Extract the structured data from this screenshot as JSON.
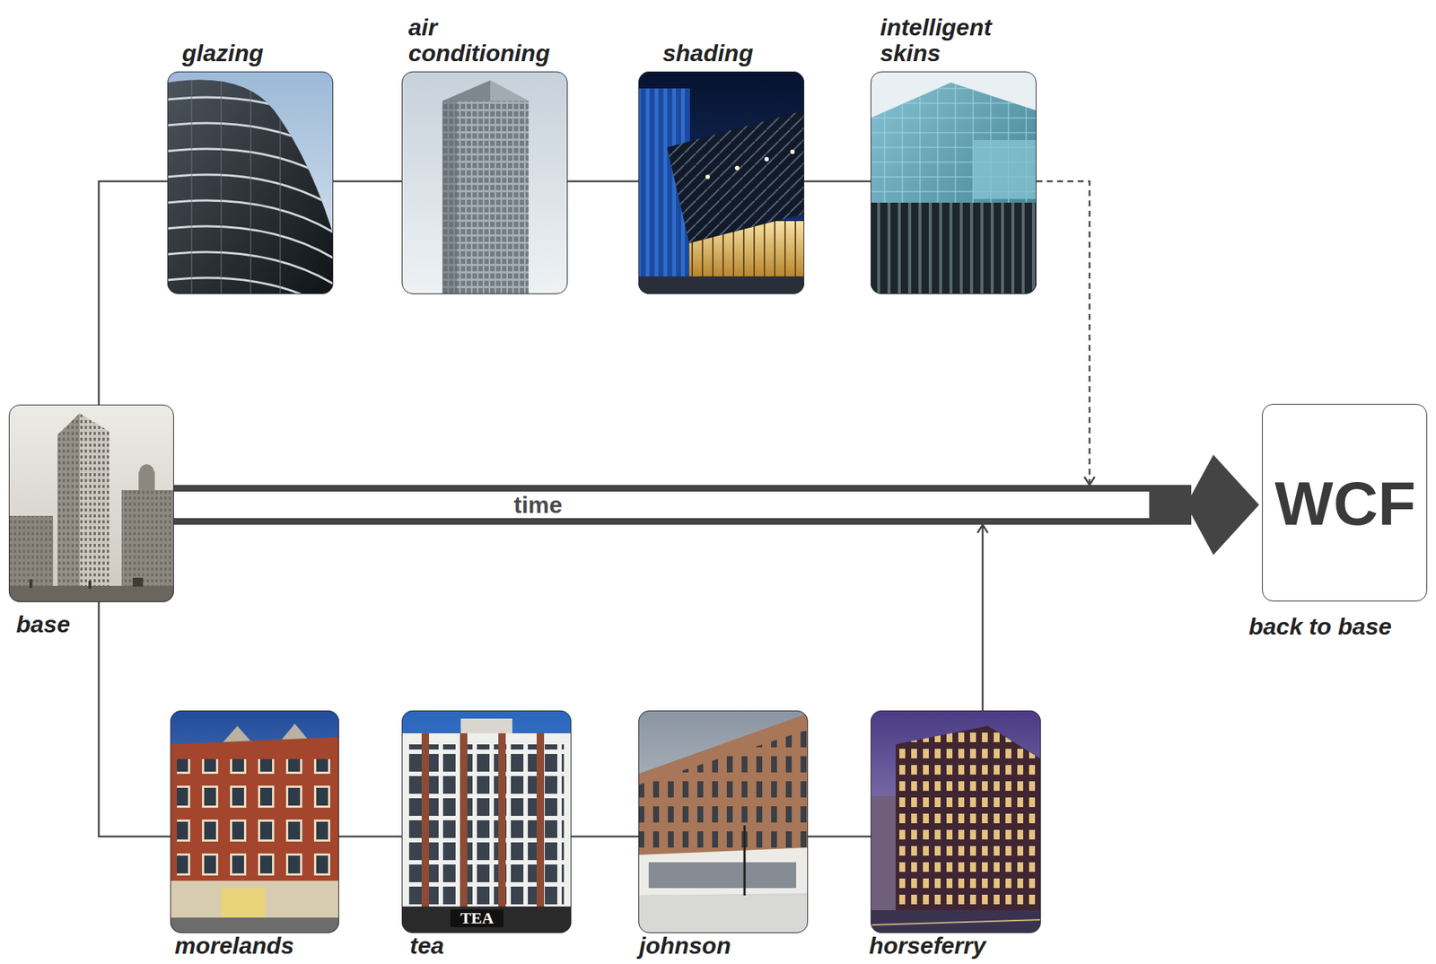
{
  "diagram": {
    "nodes": [
      {
        "text": [
          "base"
        ]
      },
      {
        "text": [
          "glazing"
        ]
      },
      {
        "text": [
          "air conditioning"
        ]
      },
      {
        "text": [
          "shading"
        ]
      },
      {
        "text": [
          "intelligent skins"
        ]
      },
      {
        "text": [
          "time"
        ]
      },
      {
        "text": [
          "WCF",
          "back to base"
        ]
      },
      {
        "text": [
          "morelands"
        ]
      },
      {
        "text": [
          "tea"
        ]
      },
      {
        "text": [
          "johnson"
        ]
      },
      {
        "text": [
          "horseferry"
        ]
      }
    ],
    "edges": [
      {
        "from": 0,
        "to": 1,
        "arrow": "none"
      },
      {
        "from": 1,
        "to": 2,
        "arrow": "none"
      },
      {
        "from": 2,
        "to": 3,
        "arrow": "none"
      },
      {
        "from": 3,
        "to": 4,
        "arrow": "none"
      },
      {
        "from": 4,
        "to": 5,
        "arrow": "to"
      },
      {
        "from": 0,
        "to": 7,
        "arrow": "none"
      },
      {
        "from": 7,
        "to": 8,
        "arrow": "none"
      },
      {
        "from": 8,
        "to": 9,
        "arrow": "none"
      },
      {
        "from": 9,
        "to": 10,
        "arrow": "none"
      },
      {
        "from": 10,
        "to": 5,
        "arrow": "to"
      }
    ],
    "labels": [
      "TEA"
    ]
  }
}
